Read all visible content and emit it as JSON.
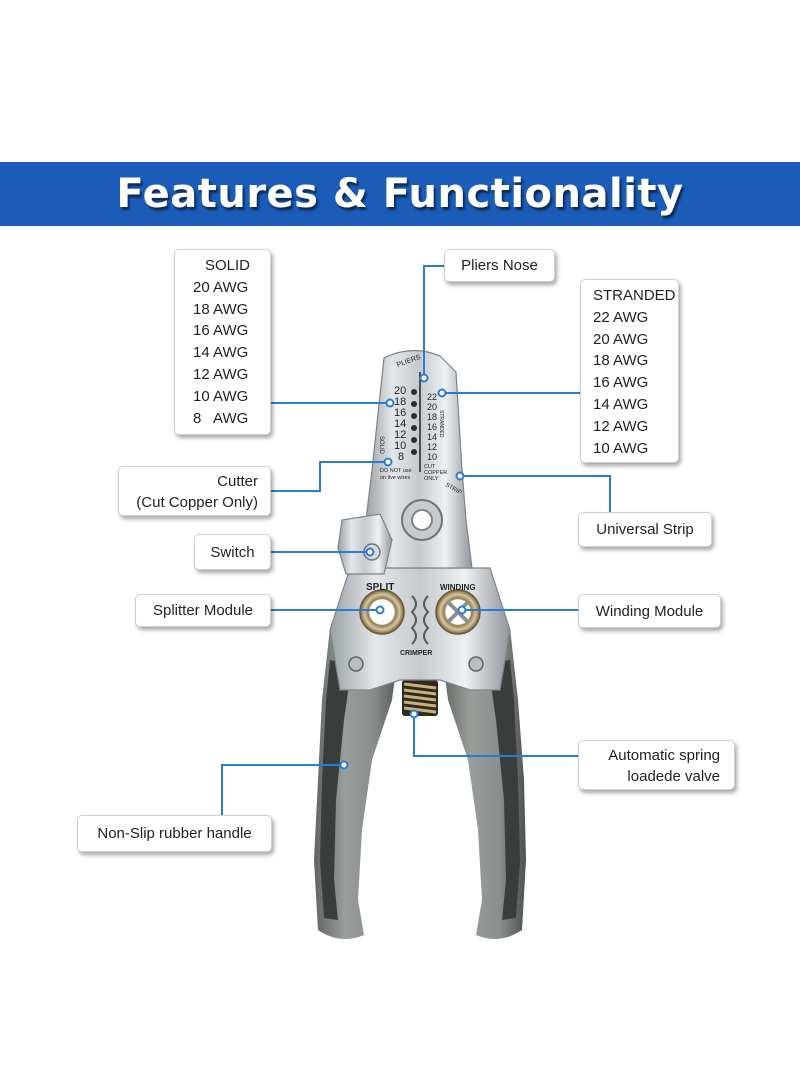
{
  "banner": {
    "title": "Features & Functionality",
    "color": "#1b5cb8"
  },
  "callouts": {
    "pliers_nose": "Pliers Nose",
    "solid": {
      "heading": "SOLID",
      "sizes": [
        "20 AWG",
        "18 AWG",
        "16 AWG",
        "14 AWG",
        "12 AWG",
        "10 AWG",
        "8   AWG"
      ]
    },
    "stranded": {
      "heading": "STRANDED",
      "sizes": [
        "22 AWG",
        "20 AWG",
        "18 AWG",
        "16 AWG",
        "14 AWG",
        "12 AWG",
        "10 AWG"
      ]
    },
    "cutter": [
      "Cutter",
      "(Cut Copper Only)"
    ],
    "universal_strip": "Universal Strip",
    "switch": "Switch",
    "splitter_module": "Splitter Module",
    "winding_module": "Winding Module",
    "spring": [
      "Automatic spring",
      "loadede valve"
    ],
    "handle": "Non-Slip rubber handle"
  },
  "tool_markings": {
    "pliers": "PLIERS",
    "solid_gauges": [
      "20",
      "18",
      "16",
      "14",
      "12",
      "10",
      "8"
    ],
    "stranded_gauges": [
      "22",
      "20",
      "18",
      "16",
      "14",
      "12",
      "10"
    ],
    "solid_side": "SOLID",
    "stranded_side": "STRANDED",
    "warning": [
      "DO NOT use",
      "on live wires"
    ],
    "cut_copper": [
      "CUT",
      "COPPER",
      "ONLY"
    ],
    "strip": "STRIP",
    "split": "SPLIT",
    "winding": "WINDING",
    "crimper": "CRIMPER"
  },
  "colors": {
    "callout_line": "#2a7bd8",
    "handle_gray": "#8b8f8c",
    "handle_dark": "#3a3d3c",
    "steel": "#cfd3d6"
  }
}
